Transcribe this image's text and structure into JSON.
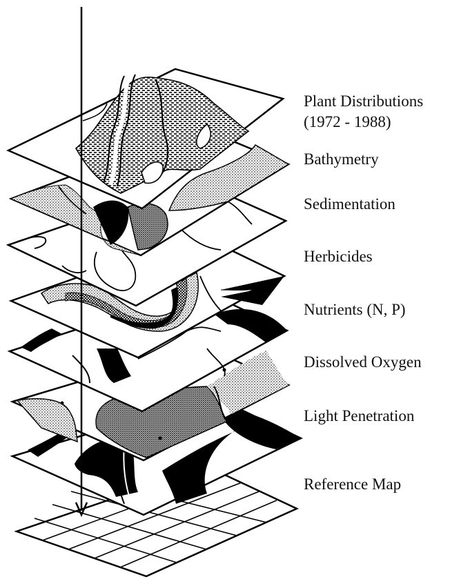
{
  "diagram": {
    "layers": [
      {
        "key": "plants",
        "label": "Plant Distributions",
        "sublabel": "(1972 - 1988)"
      },
      {
        "key": "bathy",
        "label": "Bathymetry"
      },
      {
        "key": "sed",
        "label": "Sedimentation"
      },
      {
        "key": "herb",
        "label": "Herbicides"
      },
      {
        "key": "nutr",
        "label": "Nutrients (N, P)"
      },
      {
        "key": "oxygen",
        "label": "Dissolved Oxygen"
      },
      {
        "key": "light",
        "label": "Light Penetration"
      },
      {
        "key": "ref",
        "label": "Reference Map"
      }
    ]
  },
  "colors": {
    "ink": "#000000",
    "paper": "#ffffff"
  }
}
